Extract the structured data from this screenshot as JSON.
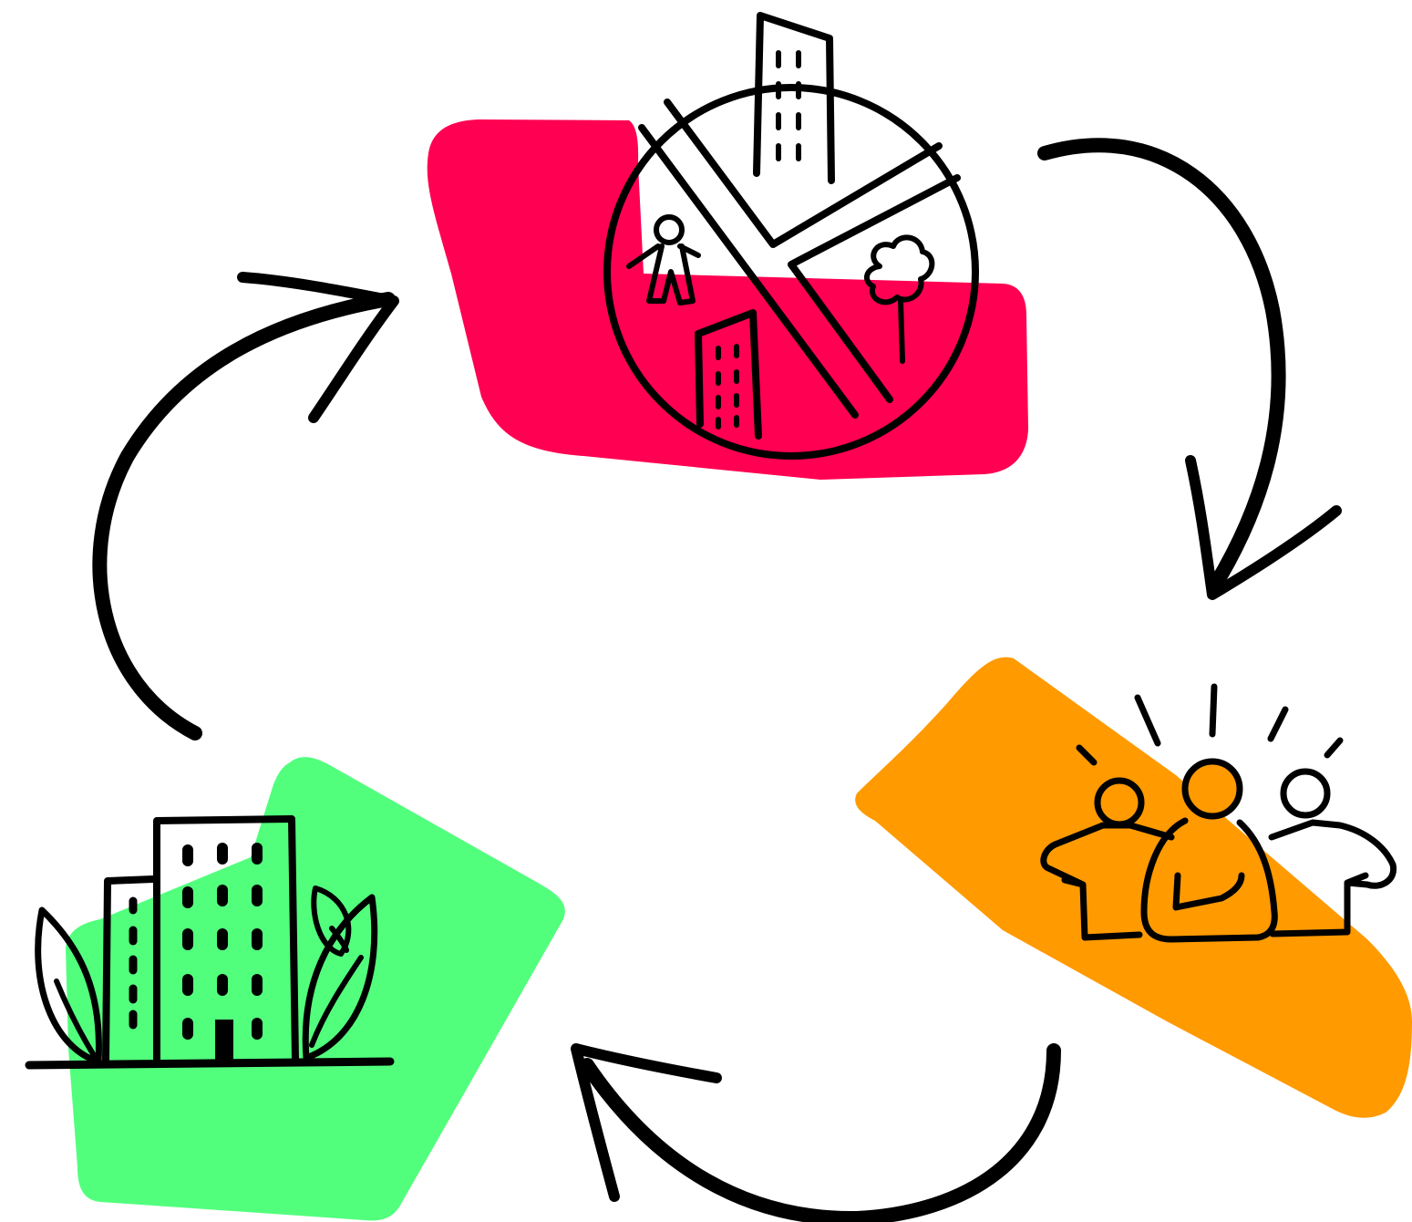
{
  "diagram": {
    "type": "cycle",
    "background_color": "#ffffff",
    "ink_color": "#000000",
    "nodes": [
      {
        "id": "urban-planning",
        "icon": "city-map-icon",
        "blob_color": "#ff0052"
      },
      {
        "id": "community",
        "icon": "people-group-icon",
        "blob_color": "#ff9a00"
      },
      {
        "id": "green-building",
        "icon": "green-building-icon",
        "blob_color": "#52ff7d"
      }
    ],
    "edges": [
      {
        "from": "urban-planning",
        "to": "community",
        "direction": "clockwise"
      },
      {
        "from": "community",
        "to": "green-building",
        "direction": "clockwise"
      },
      {
        "from": "green-building",
        "to": "urban-planning",
        "direction": "clockwise"
      }
    ]
  }
}
